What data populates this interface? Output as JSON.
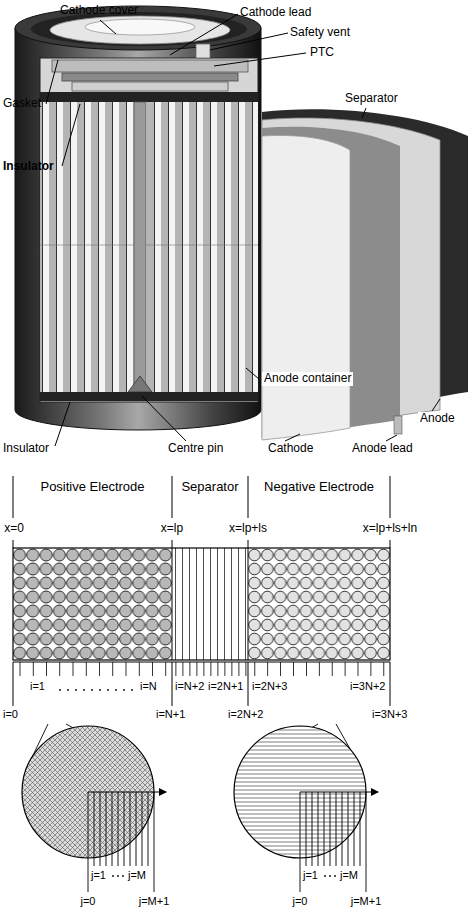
{
  "diagram": {
    "labels": [
      "Cathode cover",
      "Cathode lead",
      "Safety vent",
      "PTC",
      "Gasket",
      "Separator",
      "Insulator",
      "Anode container",
      "Insulator",
      "Centre pin",
      "Cathode",
      "Anode",
      "Anode lead",
      "Positive Electrode",
      "Separator",
      "Negative Electrode",
      "x=0",
      "x=lp",
      "x=lp+ls",
      "x=lp+ls+ln",
      "i=1",
      "i=N",
      "i=N+2",
      "i=2N+1",
      "i=2N+3",
      "i=3N+2",
      "i=0",
      "i=N+1",
      "i=2N+2",
      "i=3N+3",
      "j=1",
      "j=M",
      "j=0",
      "j=M+1",
      "j=1",
      "j=M",
      "j=0",
      "j=M+1"
    ]
  }
}
